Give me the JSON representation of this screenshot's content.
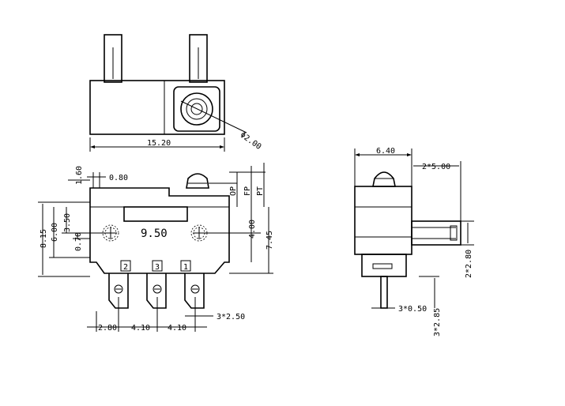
{
  "top_view": {
    "width_label": "15.20",
    "hole_label": "Φ2.00"
  },
  "front_view": {
    "dims": {
      "d_0_80": "0.80",
      "d_1_60": "1.60",
      "op": "OP",
      "fp": "FP",
      "pt": "PT",
      "d_3_50": "3.50",
      "d_0_70": "0.70",
      "d_6_00": "6.00",
      "d_8_15": "8.15",
      "d_4_00": "4.00",
      "d_7_45": "7.45",
      "center_spacing": "9.50",
      "d_2_80": "2.80",
      "d_4_10_a": "4.10",
      "d_4_10_b": "4.10",
      "terminal_width": "3*2.50"
    },
    "terminal_numbers": [
      "2",
      "3",
      "1"
    ]
  },
  "side_view": {
    "dims": {
      "width": "6.40",
      "d_2_5_00": "2*5.00",
      "d_2_2_80": "2*2.80",
      "d_3_0_50": "3*0.50",
      "d_3_2_85": "3*2.85"
    }
  }
}
